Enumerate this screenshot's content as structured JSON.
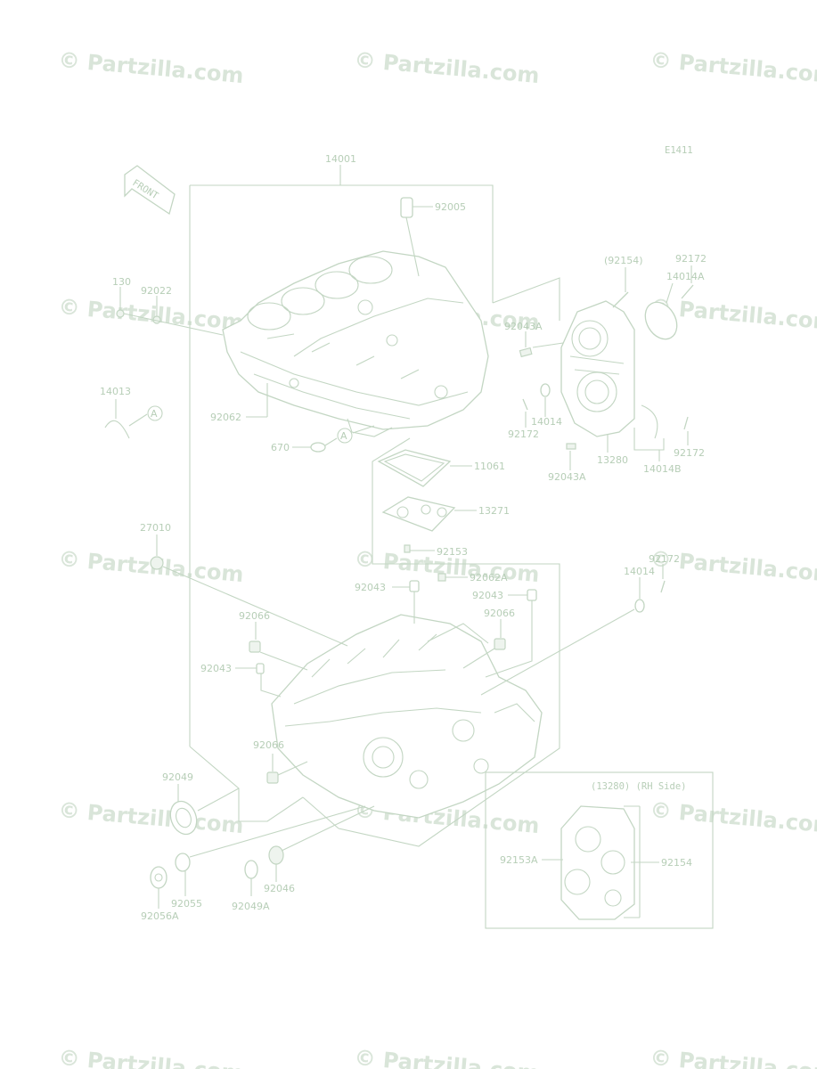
{
  "diagram_code": "E1411",
  "watermark": "© Partzilla.com",
  "front_arrow": "FRONT",
  "ref_marker": "A",
  "labels": {
    "p14001": "14001",
    "p92005": "92005",
    "p130": "130",
    "p92022": "92022",
    "p14013": "14013",
    "p92062": "92062",
    "p670": "670",
    "p11061": "11061",
    "p13271": "13271",
    "p92153": "92153",
    "p92154a": "(92154)",
    "p92172a": "92172",
    "p14014a": "14014A",
    "p92043a": "92043A",
    "p14014": "14014",
    "p92172b": "92172",
    "p92043a2": "92043A",
    "p13280": "13280",
    "p14014b": "14014B",
    "p92172c": "92172",
    "p27010": "27010",
    "p92043b": "92043",
    "p92062a": "92062A",
    "p92043c": "92043",
    "p92066a": "92066",
    "p92066b": "92066",
    "p92043d": "92043",
    "p92066c": "92066",
    "p14014c": "14014",
    "p92172d": "92172",
    "p92049": "92049",
    "p92055": "92055",
    "p92056a": "92056A",
    "p92049a": "92049A",
    "p92046": "92046",
    "inset_title": "(13280) (RH Side)",
    "p92153a": "92153A",
    "p92154": "92154"
  }
}
